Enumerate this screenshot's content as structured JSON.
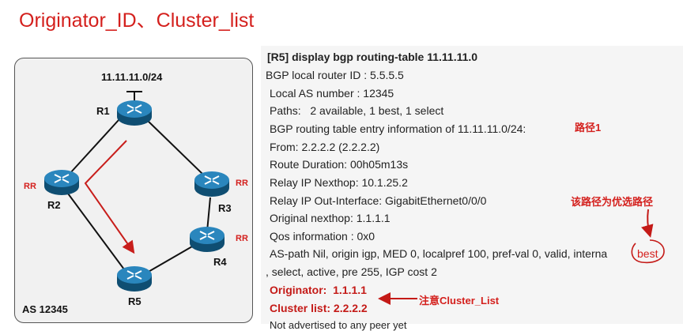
{
  "slide_title": "Originator_ID、Cluster_list",
  "topology": {
    "prefix": "11.11.11.0/24",
    "routers": {
      "r1": "R1",
      "r2": "R2",
      "r3": "R3",
      "r4": "R4",
      "r5": "R5"
    },
    "rr_label": "RR",
    "as_label": "AS 12345",
    "colors": {
      "router": "#1d6f9f",
      "path_arrow": "#c81e1b",
      "rr": "#d4201d"
    },
    "icons": [
      "router-icon"
    ]
  },
  "cli": {
    "lines": [
      "[R5] display bgp routing-table 11.11.11.0",
      "BGP local router ID : 5.5.5.5",
      "Local AS number : 12345",
      "Paths:   2 available, 1 best, 1 select",
      "BGP routing table entry information of 11.11.11.0/24:",
      "From: 2.2.2.2 (2.2.2.2)",
      "Route Duration: 00h05m13s",
      "Relay IP Nexthop: 10.1.25.2",
      "Relay IP Out-Interface: GigabitEthernet0/0/0",
      "Original nexthop: 1.1.1.1",
      "Qos information : 0x0",
      "AS-path Nil, origin igp, MED 0, localpref 100, pref-val 0, valid, interna",
      ", select, active, pre 255, IGP cost 2",
      "Originator:  1.1.1.1",
      "Cluster list: 2.2.2.2",
      "Not advertised to any peer yet"
    ],
    "best_word": "best",
    "annotations": {
      "path1": "路径1",
      "preferred": "该路径为优选路径",
      "cluster_note": "注意Cluster_List"
    },
    "colors": {
      "panel_bg": "#f5f5f5",
      "highlight": "#c41a17"
    }
  }
}
